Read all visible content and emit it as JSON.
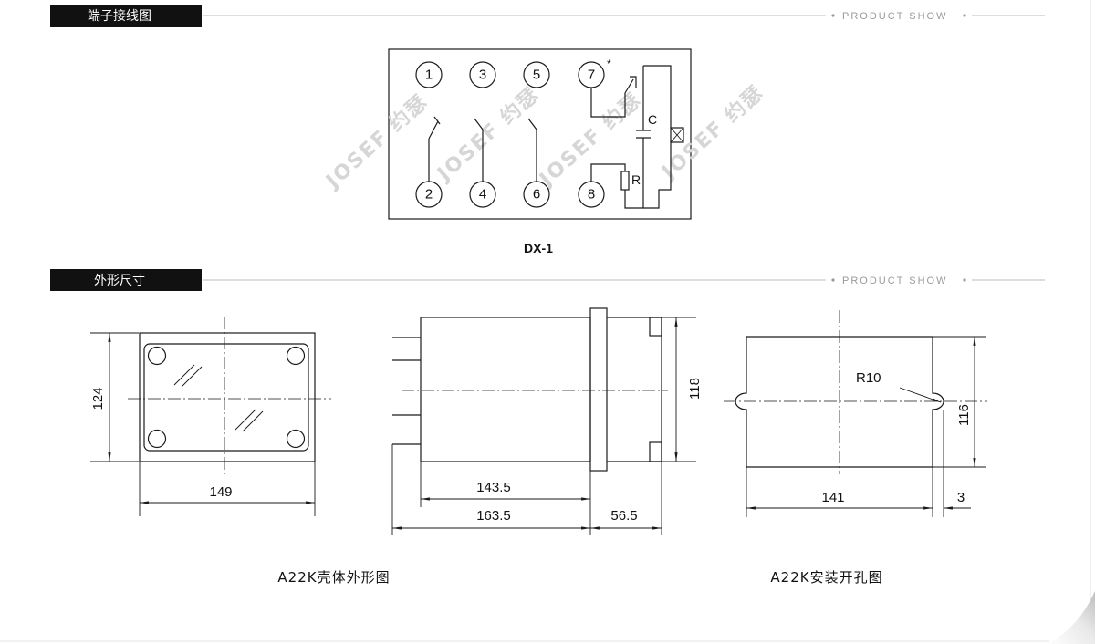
{
  "sections": {
    "wiring": {
      "title": "端子接线图",
      "tagline": "PRODUCT SHOW"
    },
    "outline": {
      "title": "外形尺寸",
      "tagline": "PRODUCT SHOW"
    }
  },
  "wiring_diagram": {
    "terminals": [
      "1",
      "2",
      "3",
      "4",
      "5",
      "6",
      "7",
      "8"
    ],
    "capacitor_label": "C",
    "resistor_label": "R",
    "marker": "*",
    "model": "DX-1",
    "watermark": "JOSEF 约瑟"
  },
  "outline_drawings": {
    "front_view": {
      "width": "149",
      "height": "124"
    },
    "side_view": {
      "body_length": "143.5",
      "total_length": "163.5",
      "terminal_length": "56.5",
      "height": "118"
    },
    "cutout": {
      "width": "141",
      "lobe": "3",
      "height": "116",
      "radius": "R10"
    },
    "captions": {
      "housing": "A22K壳体外形图",
      "cutout": "A22K安装开孔图"
    }
  },
  "colors": {
    "header_bar": "#111111",
    "header_text": "#ffffff",
    "tagline": "#9a9a9a",
    "rule_line": "#bdbdbd",
    "drawing_line": "#1a1a1a",
    "watermark": "#d6d6d6"
  }
}
